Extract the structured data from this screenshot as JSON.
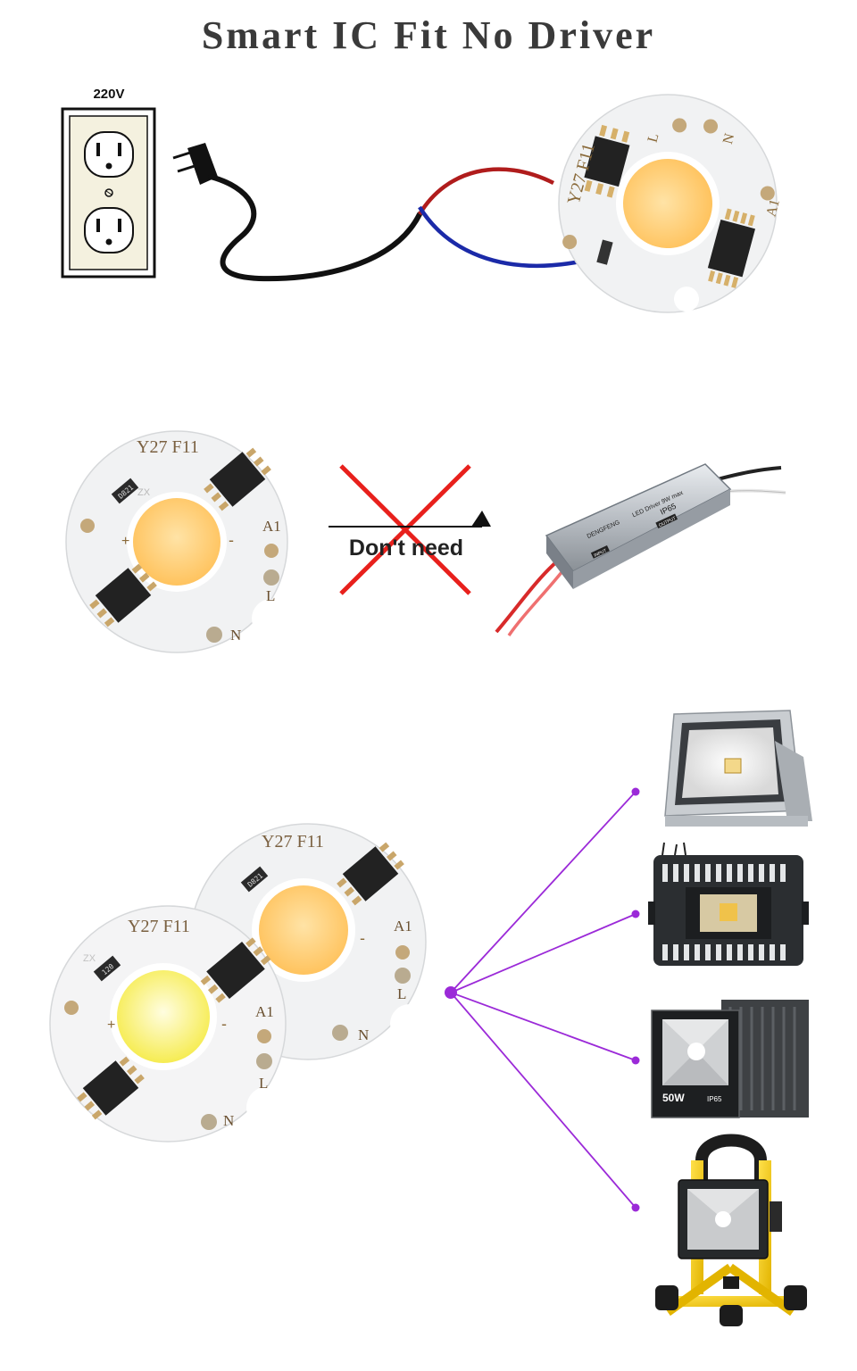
{
  "title": "Smart IC Fit No Driver",
  "outlet": {
    "voltage": "220V"
  },
  "module": {
    "model": "Y27 F11",
    "brand": "ZX",
    "resistor": "D821",
    "resistor_alt": "120",
    "pins": {
      "a1": "A1",
      "l": "L",
      "n": "N"
    },
    "polarity": {
      "plus": "+",
      "minus": "-"
    }
  },
  "comparison": {
    "dont_need": "Don't need"
  },
  "driver": {
    "brand": "DENGFENG",
    "name": "LED Driver 9W max",
    "rating": "IP65",
    "input_label": "INPUT",
    "output_label": "OUTPUT"
  },
  "applications": [
    {
      "name": "floodlight-silver"
    },
    {
      "name": "floodlight-finned"
    },
    {
      "name": "floodlight-black",
      "watt": "50W",
      "rating": "IP65"
    },
    {
      "name": "portable-worklight"
    }
  ],
  "colors": {
    "title": "#3a3a3a",
    "connector": "#9b2ad8",
    "cross": "#e8201c",
    "led_warm": "#ffcb6b",
    "led_cool": "#fbf36a",
    "wire_live": "#b01c1c",
    "wire_neutral": "#1b2aa8"
  }
}
